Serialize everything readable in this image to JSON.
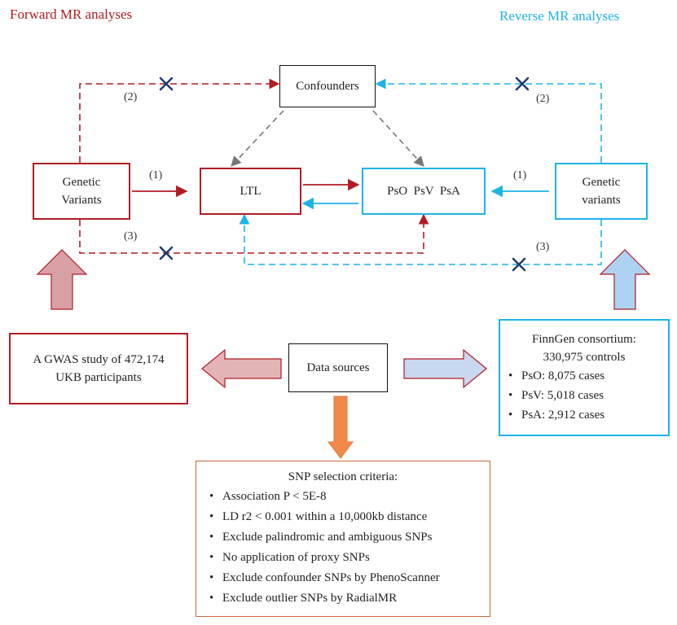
{
  "titles": {
    "forward": "Forward MR analyses",
    "reverse": "Reverse MR analyses"
  },
  "nodes": {
    "confounders": "Confounders",
    "genetic_left_line1": "Genetic",
    "genetic_left_line2": "Variants",
    "ltl": "LTL",
    "outcomes": "PsO  PsV  PsA",
    "genetic_right_line1": "Genetic",
    "genetic_right_line2": "variants",
    "data_sources": "Data sources"
  },
  "path_labels": {
    "left_1": "(1)",
    "left_2": "(2)",
    "left_3": "(3)",
    "right_1": "(1)",
    "right_2": "(2)",
    "right_3": "(3)"
  },
  "gwas_box": {
    "line1": "A GWAS study of 472,174",
    "line2": "UKB participants"
  },
  "finngen_box": {
    "line1": "FinnGen consortium:",
    "line2": "330,975 controls",
    "items": [
      "PsO: 8,075 cases",
      "PsV: 5,018 cases",
      "PsA: 2,912 cases"
    ]
  },
  "snp_box": {
    "title": "SNP selection criteria:",
    "items": [
      "Association P < 5E-8",
      "LD r2 < 0.001 within a 10,000kb distance",
      "Exclude palindromic and ambiguous SNPs",
      "No application of proxy SNPs",
      "Exclude confounder SNPs by PhenoScanner",
      "Exclude outlier SNPs by RadialMR"
    ]
  },
  "colors": {
    "forward": "#b01c22",
    "reverse": "#1eb3e6",
    "confounder_arrow": "#777777",
    "big_arrow_red_fill": "#d9a0a4",
    "big_arrow_blue_fill": "#aed3f2",
    "snp_arrow_fill": "#f2894a",
    "cross": "#1f3a6e"
  }
}
